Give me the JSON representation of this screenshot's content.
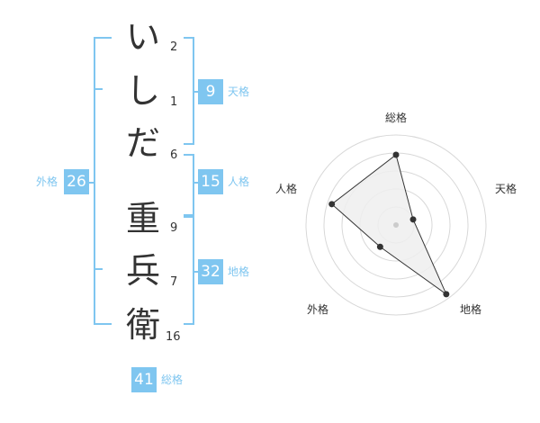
{
  "name": [
    {
      "char": "い",
      "strokes": "2"
    },
    {
      "char": "し",
      "strokes": "1"
    },
    {
      "char": "だ",
      "strokes": "6"
    },
    {
      "char": "重",
      "strokes": "9"
    },
    {
      "char": "兵",
      "strokes": "7"
    },
    {
      "char": "衛",
      "strokes": "16"
    }
  ],
  "scores": {
    "tenkaku": {
      "value": "9",
      "label": "天格"
    },
    "jinkaku": {
      "value": "15",
      "label": "人格"
    },
    "chikaku": {
      "value": "32",
      "label": "地格"
    },
    "gaikaku": {
      "value": "26",
      "label": "外格"
    },
    "soukaku": {
      "value": "41",
      "label": "総格"
    }
  },
  "radar": {
    "axes": [
      "総格",
      "天格",
      "地格",
      "外格",
      "人格"
    ],
    "levels": 5,
    "values": [
      0.78,
      0.2,
      0.95,
      0.3,
      0.75
    ],
    "colors": {
      "grid": "#d8d8d8",
      "fill": "#eeeeee",
      "line": "#333333",
      "center": "#cccccc"
    }
  },
  "colors": {
    "accent": "#7fc6f0",
    "text": "#333333"
  }
}
